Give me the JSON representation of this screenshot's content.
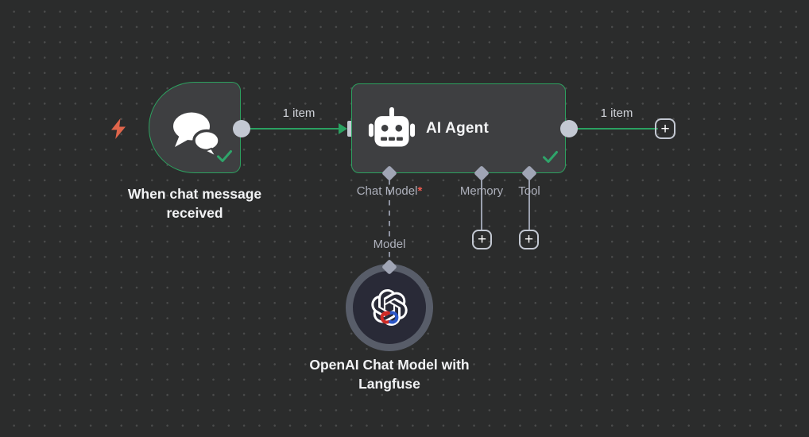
{
  "canvas": {
    "background": "#2b2c2c",
    "dot_color": "#4b4c4c",
    "accent_green": "#2da05f",
    "connector_gray": "#c3c8d2",
    "status_success_color": "#2fa46a",
    "trigger_bolt_color": "#e0654b"
  },
  "trigger_node": {
    "label": "When chat message received",
    "status": "success"
  },
  "agent_node": {
    "title": "AI Agent",
    "status": "success",
    "inputs": [
      {
        "label": "Chat Model",
        "required": "*"
      },
      {
        "label": "Memory"
      },
      {
        "label": "Tool"
      }
    ]
  },
  "model_node": {
    "label": "OpenAI Chat Model with Langfuse",
    "connection_label": "Model"
  },
  "connections": {
    "trigger_to_agent_label": "1 item",
    "agent_output_label": "1 item"
  },
  "icons": {
    "plus": "+",
    "chat": "chat-bubbles",
    "robot": "robot-face",
    "check": "checkmark",
    "lightning": "lightning-bolt",
    "openai": "openai-logo",
    "langfuse": "langfuse-logo"
  }
}
